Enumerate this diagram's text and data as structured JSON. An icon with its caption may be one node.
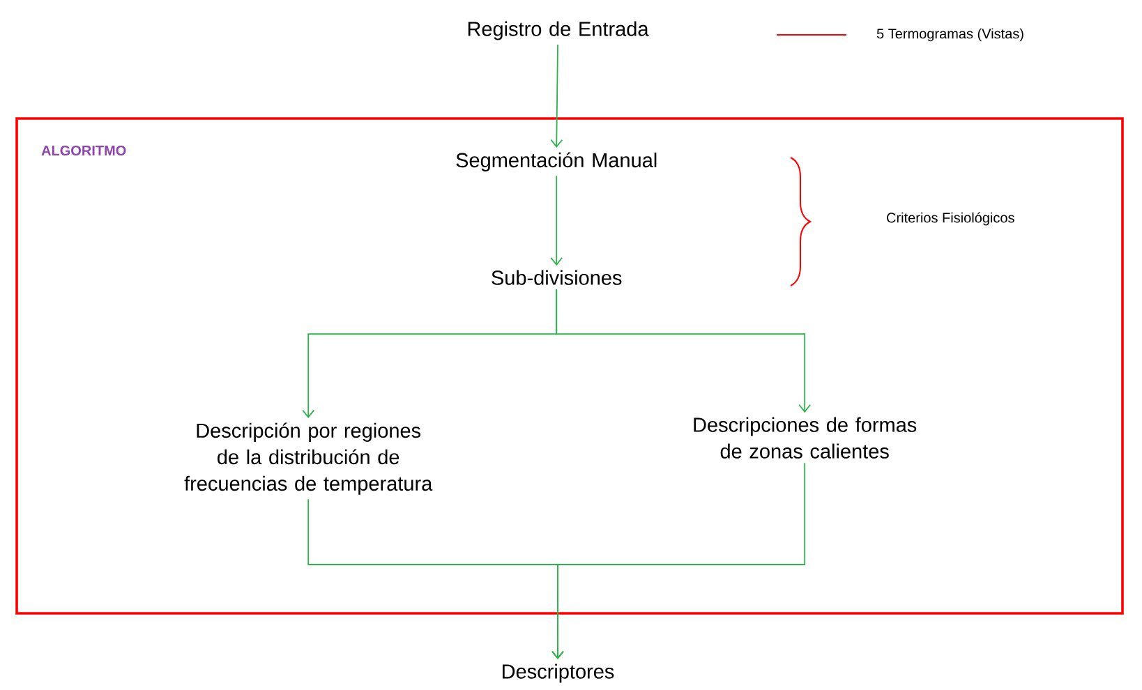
{
  "diagram": {
    "nodes": [
      {
        "text": [
          "Registro de Entrada"
        ]
      },
      {
        "text": [
          "ALGORITMO"
        ]
      },
      {
        "text": [
          "Segmentación Manual"
        ],
        "in": 1
      },
      {
        "text": [
          "Sub-divisiones"
        ],
        "in": 1
      },
      {
        "text": [
          "Descripción por regiones de la distribución de frecuencias de temperatura"
        ],
        "in": 1
      },
      {
        "text": [
          "Descripciones de formas de zonas calientes"
        ],
        "in": 1
      },
      {
        "text": [
          "Descriptores"
        ]
      }
    ],
    "edges": [
      {
        "from": 0,
        "to": 2,
        "arrow": "to"
      },
      {
        "from": 2,
        "to": 3,
        "arrow": "to"
      },
      {
        "from": 3,
        "to": 4,
        "arrow": "to"
      },
      {
        "from": 3,
        "to": 5,
        "arrow": "to"
      },
      {
        "from": 4,
        "to": 6,
        "arrow": "to"
      },
      {
        "from": 5,
        "to": 6,
        "arrow": "to"
      }
    ],
    "labels": [
      "Criterios Fisiológicos"
    ],
    "legend": [
      {
        "text": "5 Termogramas (Vistas)"
      }
    ]
  }
}
